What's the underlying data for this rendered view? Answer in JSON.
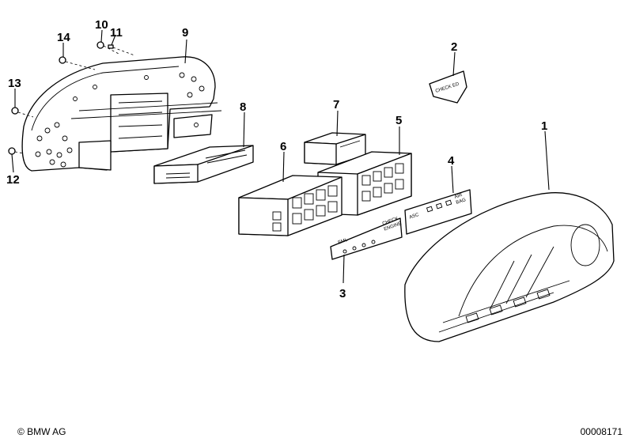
{
  "callouts": [
    "1",
    "2",
    "3",
    "4",
    "5",
    "6",
    "7",
    "8",
    "9",
    "10",
    "11",
    "12",
    "13",
    "14"
  ],
  "strip_labels": {
    "check_ed": "CHECK ED",
    "eml": "EML",
    "check_engine_1": "CHECK",
    "check_engine_2": "ENGINE",
    "asc": "ASC",
    "air_bag_1": "AIR",
    "air_bag_2": "BAG"
  },
  "footer": {
    "copyright": "© BMW AG",
    "diagram_id": "00008171"
  }
}
